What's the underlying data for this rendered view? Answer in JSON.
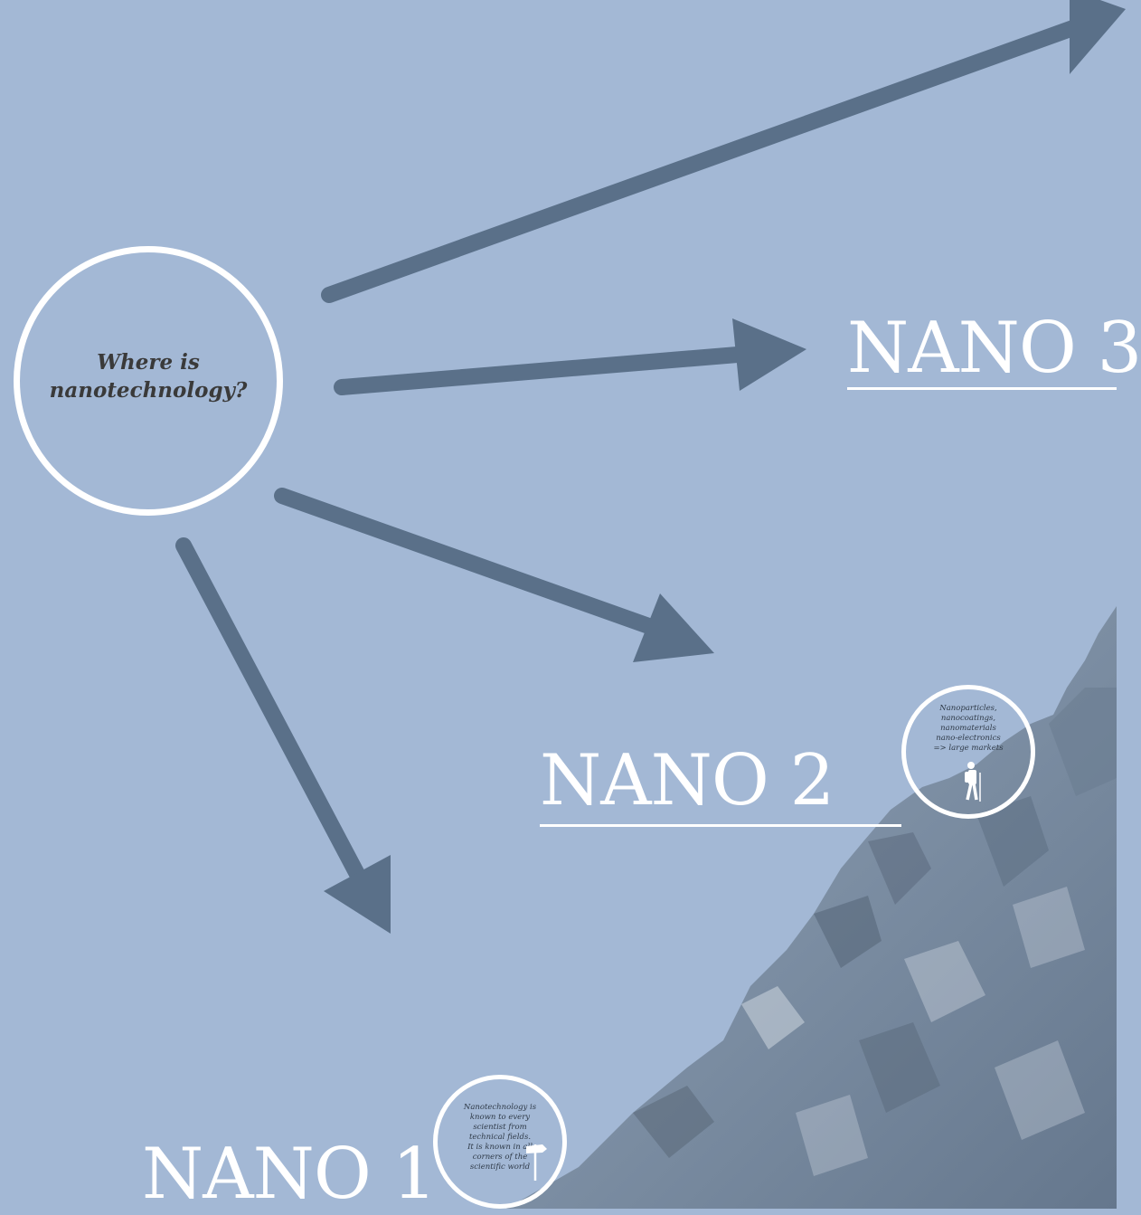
{
  "center_node": {
    "text_line1": "Where is",
    "text_line2": "nanotechnology?"
  },
  "nodes": [
    {
      "label": "NANO 1"
    },
    {
      "label": "NANO 2"
    },
    {
      "label": "NANO 3"
    }
  ],
  "nano1_note": {
    "lines": [
      "Nanotechnology is",
      "known to every",
      "scientist from",
      "technical fields.",
      "It is known in all",
      "corners of the",
      "scientific world"
    ]
  },
  "nano2_note": {
    "lines": [
      "Nanoparticles,",
      "nanocoatings,",
      "nanomaterials",
      "nano-electronics",
      "=> large markets"
    ]
  },
  "colors": {
    "background": "#a3b8d5",
    "arrow": "#5a7089",
    "foreground": "#ffffff",
    "mountain": "#7c8ea3"
  },
  "icons": [
    "arrow-icon",
    "hiker-icon",
    "signpost-icon",
    "mountain-image"
  ]
}
